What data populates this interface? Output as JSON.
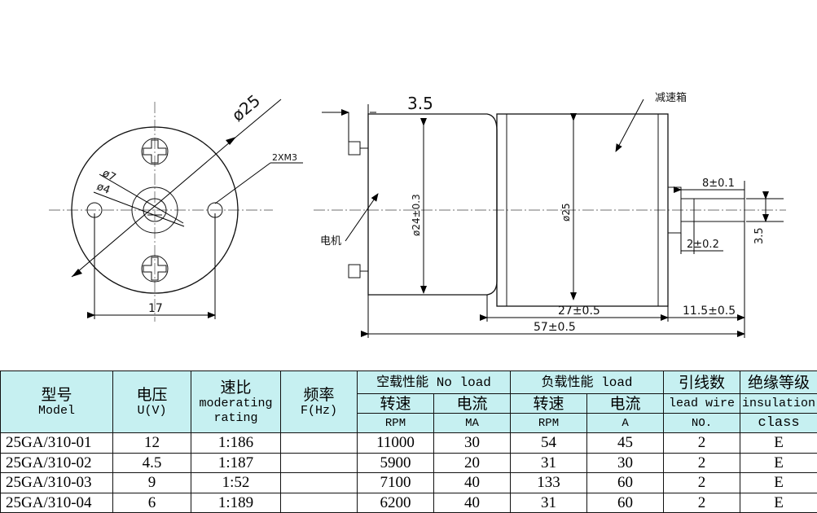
{
  "drawing": {
    "front_view": {
      "dia_outer": "ø25",
      "screw_note": "2XM3",
      "dia_7": "ø7",
      "dia_4": "ø4",
      "width_17": "17"
    },
    "side_view": {
      "terminal_offset": "3.5",
      "label_gearbox": "减速箱",
      "label_motor": "电机",
      "dia_24": "ø24±0.3",
      "dia_25": "ø25",
      "shaft_len": "8±0.1",
      "flat_len": "2±0.2",
      "shaft_flat": "3.5",
      "gearbox_len": "27±0.5",
      "shaft_total": "11.5±0.5",
      "total_len": "57±0.5"
    }
  },
  "table": {
    "headers": {
      "model_zh": "型号",
      "model_en": "Model",
      "voltage_zh": "电压",
      "voltage_en": "U(V)",
      "ratio_zh": "速比",
      "ratio_en1": "moderating",
      "ratio_en2": "rating",
      "freq_zh": "频率",
      "freq_en": "F(Hz)",
      "noload": "空载性能 No load",
      "load": "负载性能 load",
      "leadwire_zh": "引线数",
      "leadwire_en": "lead wire",
      "insul_zh": "绝缘等级",
      "insul_en1": "insulation",
      "insul_en2": "class",
      "speed_zh": "转速",
      "current_zh": "电流",
      "speed_zh2": "转速",
      "current_zh2": "电流",
      "unit_rpm": "RPM",
      "unit_ma": "MA",
      "unit_rpm2": "RPM",
      "unit_a": "A",
      "unit_no": "NO."
    },
    "rows": [
      {
        "model": "25GA/310-01",
        "voltage": "12",
        "ratio": "1:186",
        "freq": "",
        "nl_rpm": "11000",
        "nl_ma": "30",
        "l_rpm": "54",
        "l_a": "45",
        "leads": "2",
        "insul": "E"
      },
      {
        "model": "25GA/310-02",
        "voltage": "4.5",
        "ratio": "1:187",
        "freq": "",
        "nl_rpm": "5900",
        "nl_ma": "20",
        "l_rpm": "31",
        "l_a": "30",
        "leads": "2",
        "insul": "E"
      },
      {
        "model": "25GA/310-03",
        "voltage": "9",
        "ratio": "1:52",
        "freq": "",
        "nl_rpm": "7100",
        "nl_ma": "40",
        "l_rpm": "133",
        "l_a": "60",
        "leads": "2",
        "insul": "E"
      },
      {
        "model": "25GA/310-04",
        "voltage": "6",
        "ratio": "1:189",
        "freq": "",
        "nl_rpm": "6200",
        "nl_ma": "40",
        "l_rpm": "31",
        "l_a": "60",
        "leads": "2",
        "insul": "E"
      }
    ]
  }
}
